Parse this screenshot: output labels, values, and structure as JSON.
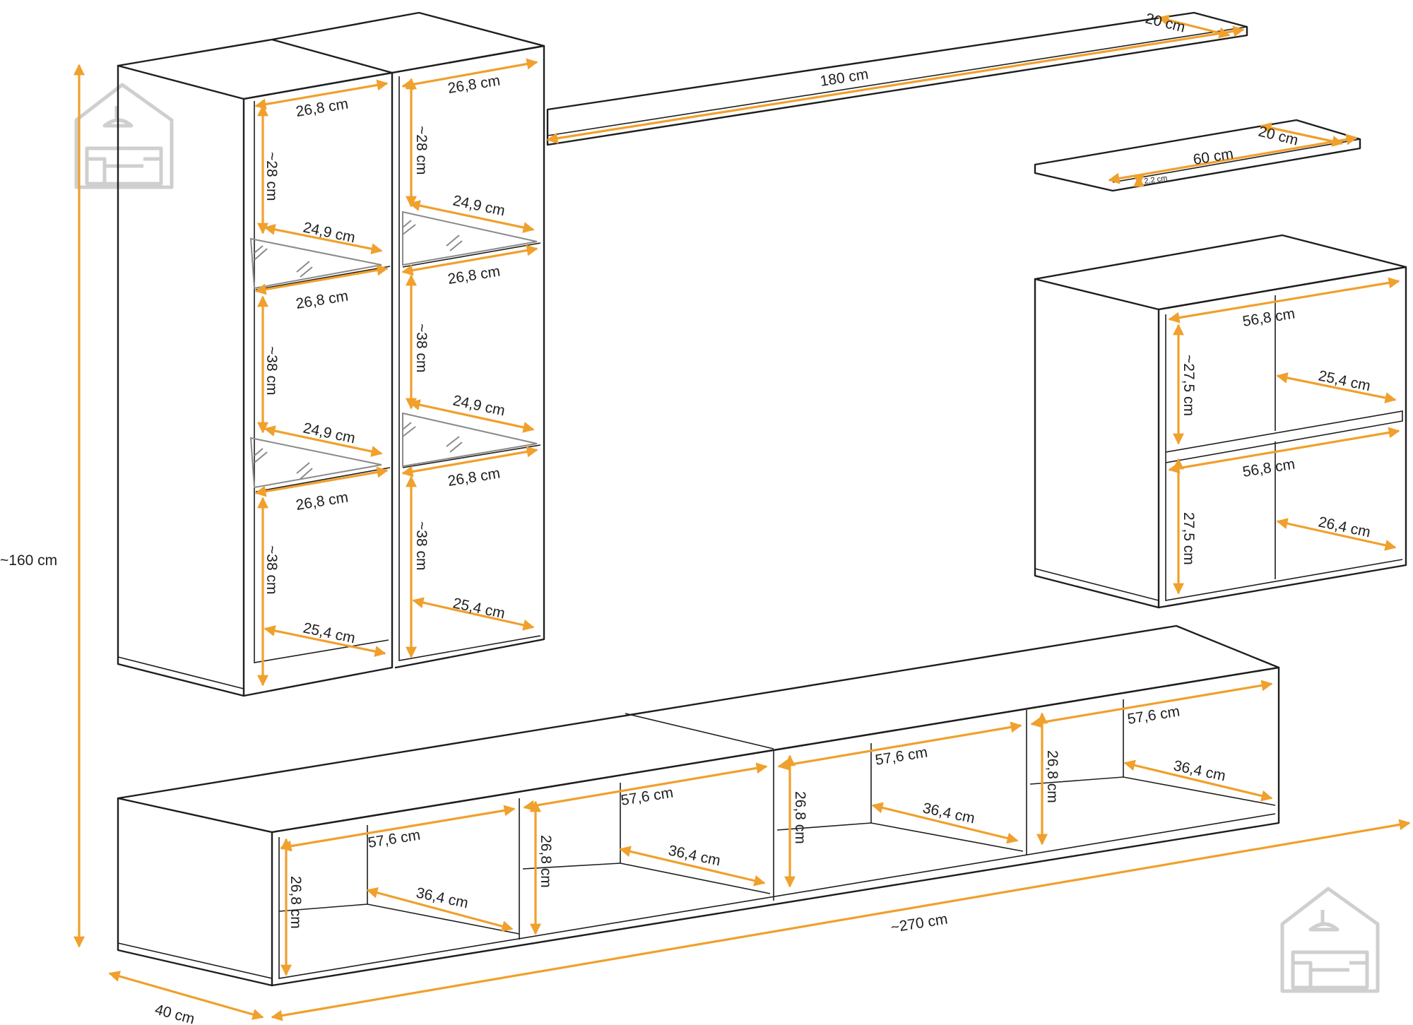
{
  "dimensions": {
    "overall_height": "~160 cm",
    "overall_width": "~270 cm",
    "depth": "40 cm",
    "long_shelf_length": "180 cm",
    "long_shelf_depth": "20 cm",
    "short_shelf_length": "60 cm",
    "short_shelf_depth": "20 cm",
    "short_shelf_thickness": "2,2 cm",
    "tall_inner_width": "26,8 cm",
    "tall_top_height": "~28 cm",
    "tall_mid_height": "~38 cm",
    "tall_bottom_height": "~38 cm",
    "glass_shelf_depth": "24,9 cm",
    "tall_bottom_depth": "25,4 cm",
    "cube_inner_width": "56,8 cm",
    "cube_top_height": "~27,5 cm",
    "cube_top_depth": "25,4 cm",
    "cube_bottom_height": "27,5 cm",
    "cube_bottom_depth": "26,4 cm",
    "tv_inner_width": "57,6 cm",
    "tv_inner_height": "26,8 cm",
    "tv_inner_depth": "36,4 cm"
  },
  "colors": {
    "dimension_line": "#f0a02c",
    "outline": "#1e1e1e",
    "glass": "#8a8a8a",
    "watermark": "#cfcfcf"
  },
  "icons": [
    "house-sofa-logo-icon"
  ]
}
